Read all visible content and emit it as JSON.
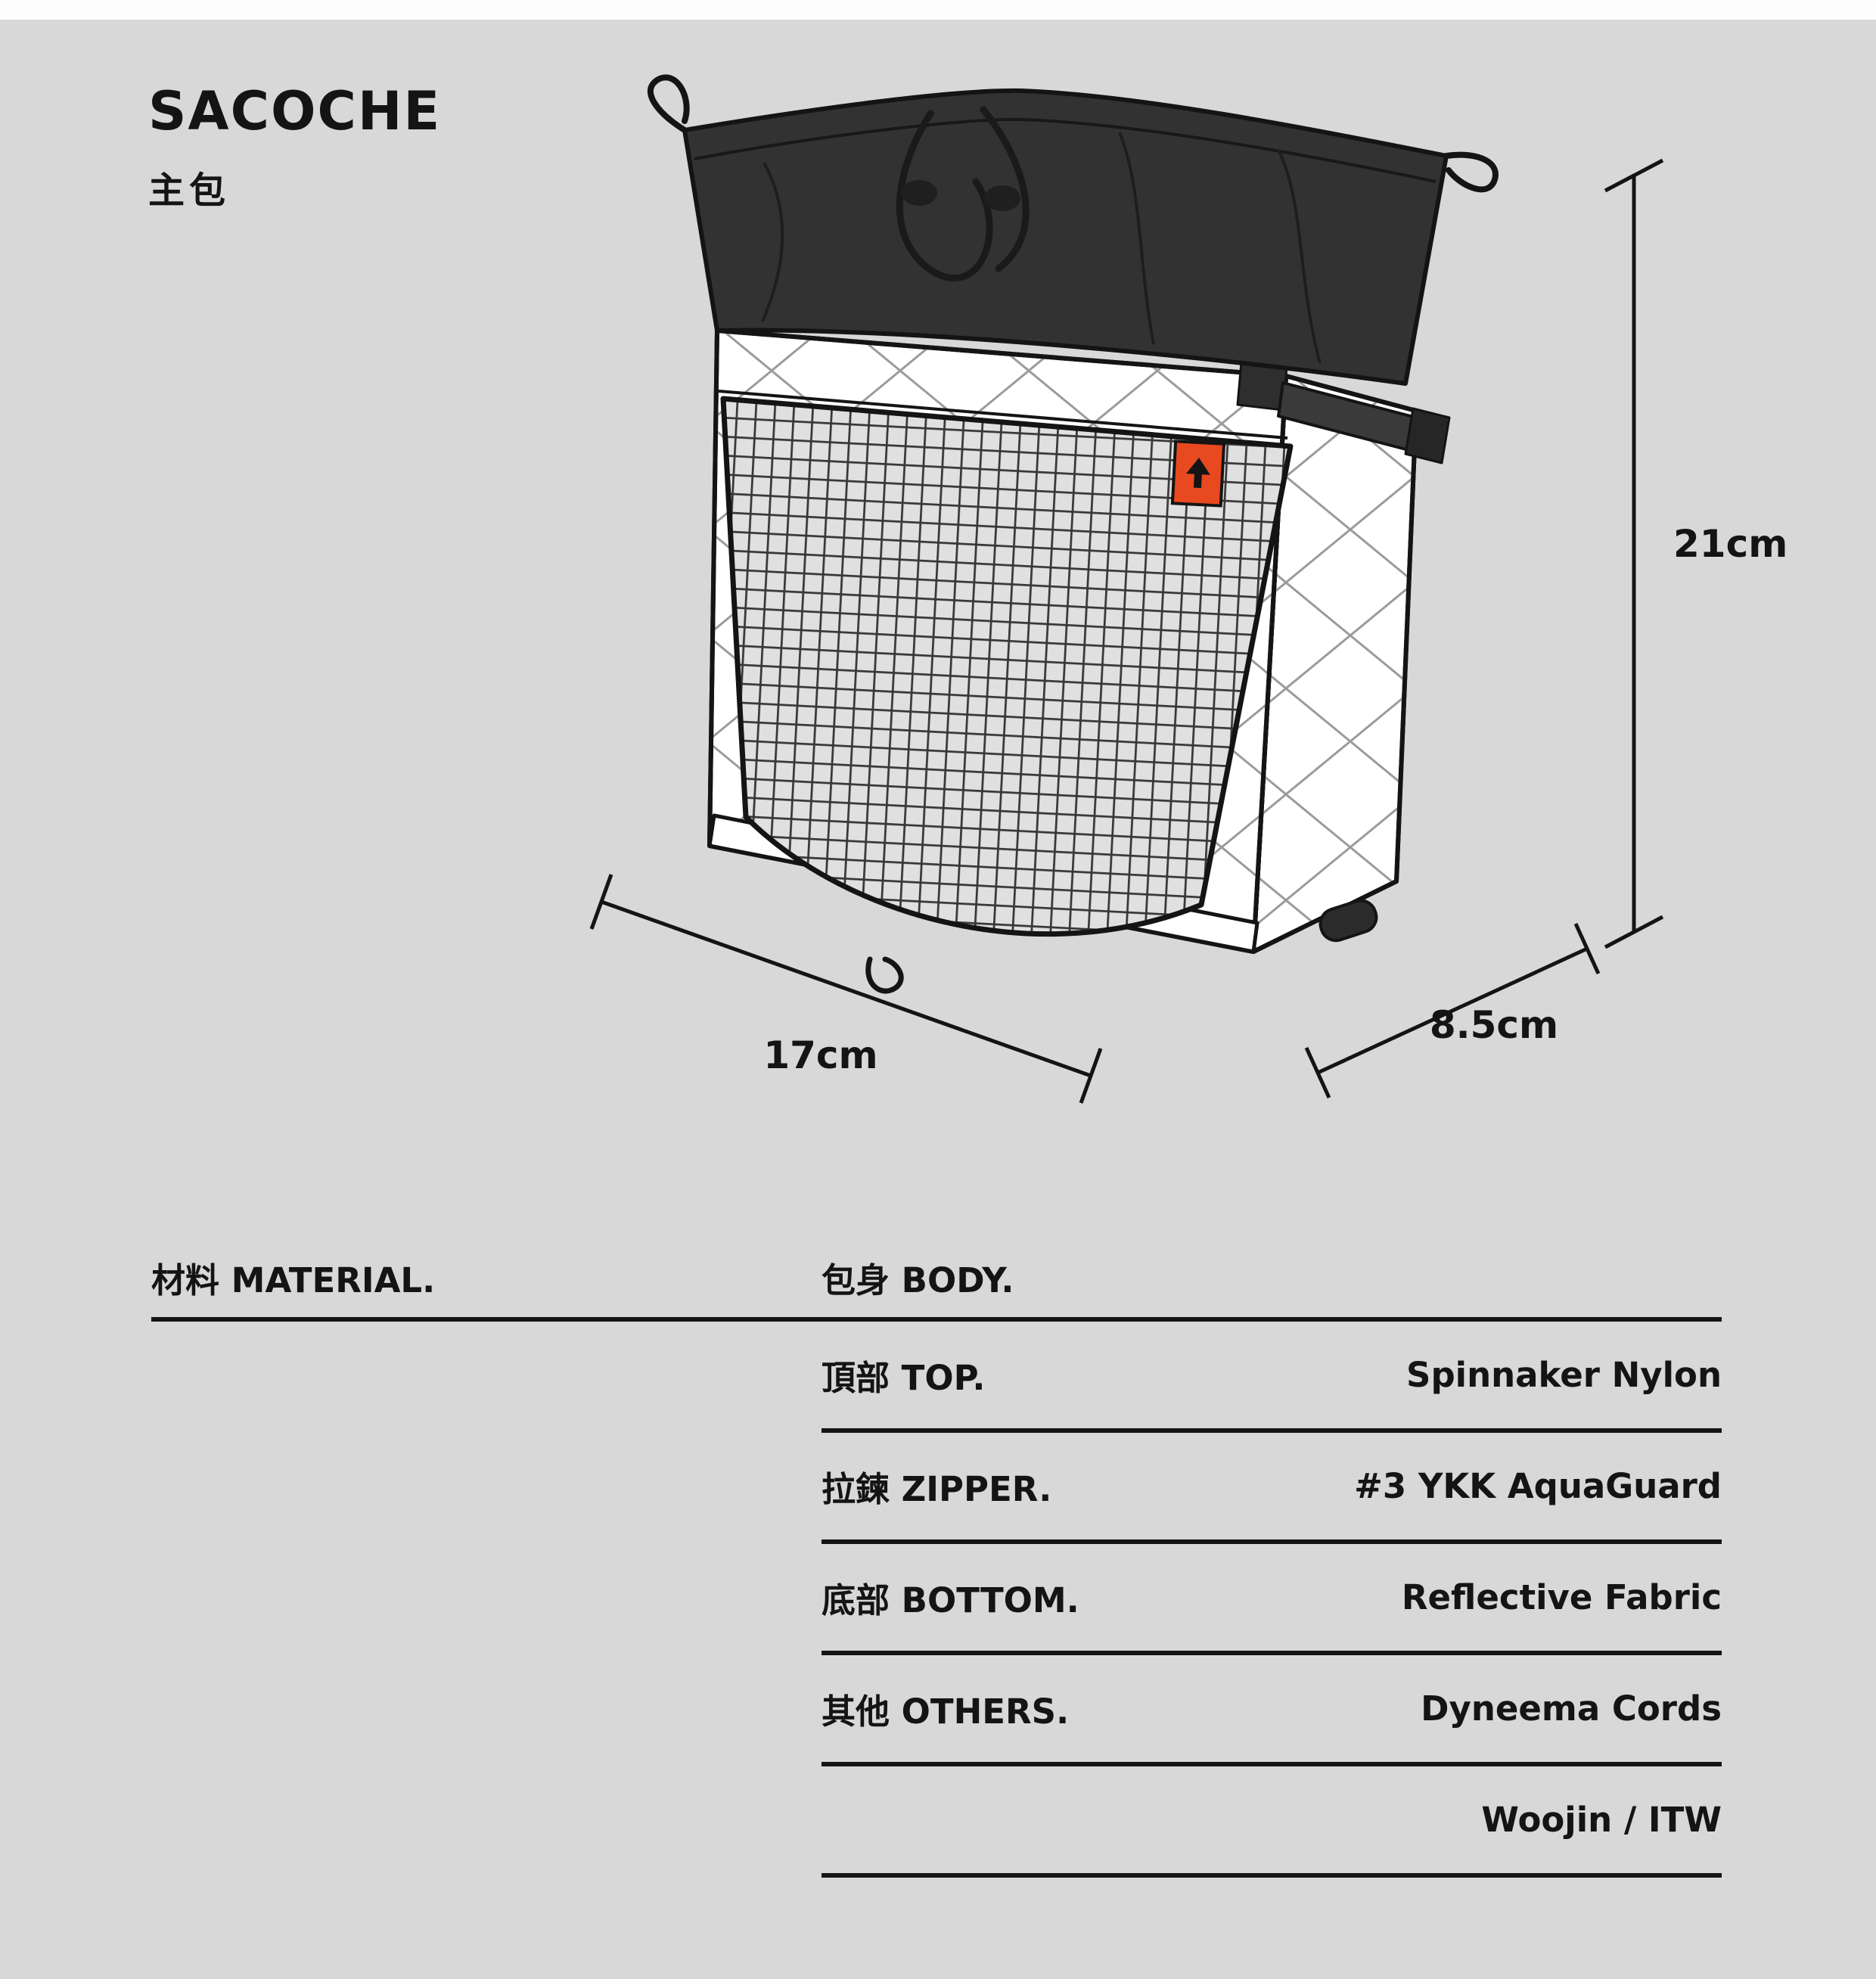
{
  "page": {
    "background": "#d8d8d8",
    "text_color": "#141414",
    "accent_tag_color": "#e8491f",
    "collar_color": "#323232"
  },
  "header": {
    "title": "SACOCHE",
    "subtitle": "主包"
  },
  "diagram": {
    "description": "isometric line drawing of sacoche bag with mesh front pocket, drawstring top and brand tag",
    "dimensions": {
      "height": "21cm",
      "width": "17cm",
      "depth": "8.5cm"
    }
  },
  "table": {
    "left_header": "材料 MATERIAL.",
    "right_header": "包身 BODY.",
    "rows": [
      {
        "label": "頂部 TOP.",
        "value": "Spinnaker Nylon"
      },
      {
        "label": "拉鍊 ZIPPER.",
        "value": "#3 YKK AquaGuard"
      },
      {
        "label": "底部 BOTTOM.",
        "value": "Reflective Fabric"
      },
      {
        "label": "其他 OTHERS.",
        "value": "Dyneema Cords"
      },
      {
        "label": "",
        "value": "Woojin / ITW"
      }
    ]
  }
}
